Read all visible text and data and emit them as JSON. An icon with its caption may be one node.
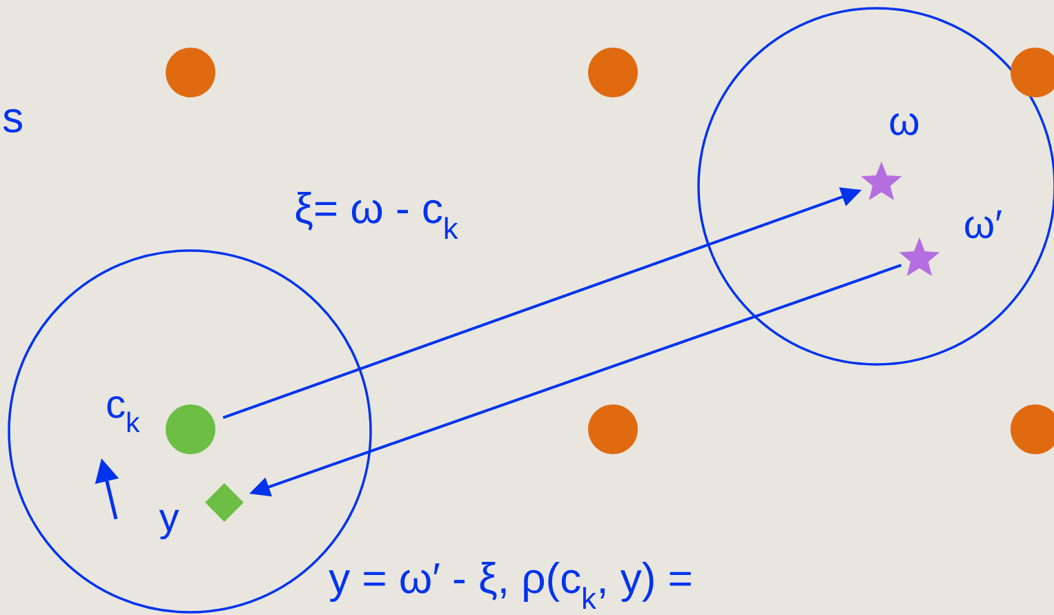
{
  "diagram": {
    "nodes": [
      {
        "text": [],
        "shape": "circle"
      },
      {
        "text": [],
        "shape": "circle"
      },
      {
        "text": [],
        "shape": "circle",
        "in": 0,
        "beside": [
          "c$_{k}$"
        ]
      },
      {
        "text": [],
        "shape": "diamond",
        "in": 0,
        "beside": [
          "y"
        ]
      },
      {
        "text": [],
        "shape": "star",
        "in": 1,
        "beside": [
          "ω"
        ]
      },
      {
        "text": [],
        "shape": "star",
        "in": 1,
        "beside": [
          "ω′"
        ]
      },
      {
        "text": [],
        "shape": "circle"
      },
      {
        "text": [],
        "shape": "circle"
      },
      {
        "text": [],
        "shape": "circle"
      },
      {
        "text": [],
        "shape": "circle"
      },
      {
        "text": [],
        "shape": "circle"
      }
    ],
    "edges": [
      {
        "from": 2,
        "to": 4,
        "arrow": "to"
      },
      {
        "from": 5,
        "to": 3,
        "arrow": "to"
      }
    ],
    "labels": [
      "s",
      "ξ= ω - c$_{k}$",
      "y = ω′ - ξ, ρ(c$_{k}$, y) ="
    ]
  }
}
